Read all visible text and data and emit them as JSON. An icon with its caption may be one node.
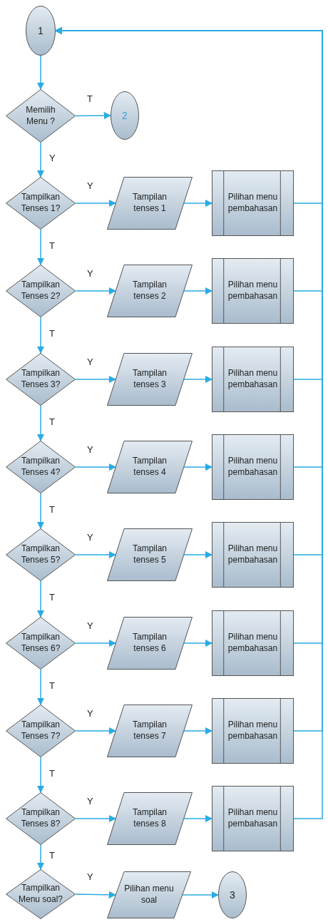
{
  "diagram": {
    "nodes": [
      {
        "text": [
          "1"
        ]
      },
      {
        "text": [
          "Memilih Menu ?"
        ]
      },
      {
        "text": [
          "2"
        ]
      },
      {
        "text": [
          "Tampilkan Tenses 1?"
        ]
      },
      {
        "text": [
          "Tampilan tenses 1"
        ]
      },
      {
        "text": [
          "Pilihan menu pembahasan"
        ]
      },
      {
        "text": [
          "Tampilkan Tenses 2?"
        ]
      },
      {
        "text": [
          "Tampilan tenses 2"
        ]
      },
      {
        "text": [
          "Pilihan menu pembahasan"
        ]
      },
      {
        "text": [
          "Tampilkan Tenses 3?"
        ]
      },
      {
        "text": [
          "Tampilan tenses 3"
        ]
      },
      {
        "text": [
          "Pilihan menu pembahasan"
        ]
      },
      {
        "text": [
          "Tampilkan Tenses 4?"
        ]
      },
      {
        "text": [
          "Tampilan tenses 4"
        ]
      },
      {
        "text": [
          "Pilihan menu pembahasan"
        ]
      },
      {
        "text": [
          "Tampilkan Tenses 5?"
        ]
      },
      {
        "text": [
          "Tampilan tenses 5"
        ]
      },
      {
        "text": [
          "Pilihan menu pembahasan"
        ]
      },
      {
        "text": [
          "Tampilkan Tenses 6?"
        ]
      },
      {
        "text": [
          "Tampilan tenses 6"
        ]
      },
      {
        "text": [
          "Pilihan menu pembahasan"
        ]
      },
      {
        "text": [
          "Tampilkan Tenses 7?"
        ]
      },
      {
        "text": [
          "Tampilan tenses 7"
        ]
      },
      {
        "text": [
          "Pilihan menu pembahasan"
        ]
      },
      {
        "text": [
          "Tampilkan Tenses 8?"
        ]
      },
      {
        "text": [
          "Tampilan tenses 8"
        ]
      },
      {
        "text": [
          "Pilihan menu pembahasan"
        ]
      },
      {
        "text": [
          "Tampilkan Menu soal?"
        ]
      },
      {
        "text": [
          "Pilihan menu soal"
        ]
      },
      {
        "text": [
          "3"
        ]
      }
    ],
    "edges": [
      {
        "from": 0,
        "to": 1,
        "arrow": "to"
      },
      {
        "from": 1,
        "to": 2,
        "label": "T",
        "arrow": "to"
      },
      {
        "from": 1,
        "to": 3,
        "label": "Y",
        "arrow": "to"
      },
      {
        "from": 3,
        "to": 4,
        "label": "Y",
        "arrow": "to"
      },
      {
        "from": 4,
        "to": 5,
        "arrow": "to"
      },
      {
        "from": 5,
        "to": 0,
        "arrow": "to"
      },
      {
        "from": 3,
        "to": 6,
        "label": "T",
        "arrow": "to"
      },
      {
        "from": 6,
        "to": 7,
        "label": "Y",
        "arrow": "to"
      },
      {
        "from": 7,
        "to": 8,
        "arrow": "to"
      },
      {
        "from": 8,
        "to": 0,
        "arrow": "to"
      },
      {
        "from": 6,
        "to": 9,
        "label": "T",
        "arrow": "to"
      },
      {
        "from": 9,
        "to": 10,
        "label": "Y",
        "arrow": "to"
      },
      {
        "from": 10,
        "to": 11,
        "arrow": "to"
      },
      {
        "from": 11,
        "to": 0,
        "arrow": "to"
      },
      {
        "from": 9,
        "to": 12,
        "label": "T",
        "arrow": "to"
      },
      {
        "from": 12,
        "to": 13,
        "label": "Y",
        "arrow": "to"
      },
      {
        "from": 13,
        "to": 14,
        "arrow": "to"
      },
      {
        "from": 14,
        "to": 0,
        "arrow": "to"
      },
      {
        "from": 12,
        "to": 15,
        "label": "T",
        "arrow": "to"
      },
      {
        "from": 15,
        "to": 16,
        "label": "Y",
        "arrow": "to"
      },
      {
        "from": 16,
        "to": 17,
        "arrow": "to"
      },
      {
        "from": 17,
        "to": 0,
        "arrow": "to"
      },
      {
        "from": 15,
        "to": 18,
        "label": "T",
        "arrow": "to"
      },
      {
        "from": 18,
        "to": 19,
        "label": "Y",
        "arrow": "to"
      },
      {
        "from": 19,
        "to": 20,
        "arrow": "to"
      },
      {
        "from": 20,
        "to": 0,
        "arrow": "to"
      },
      {
        "from": 18,
        "to": 21,
        "label": "T",
        "arrow": "to"
      },
      {
        "from": 21,
        "to": 22,
        "label": "Y",
        "arrow": "to"
      },
      {
        "from": 22,
        "to": 23,
        "arrow": "to"
      },
      {
        "from": 23,
        "to": 0,
        "arrow": "to"
      },
      {
        "from": 21,
        "to": 24,
        "label": "T",
        "arrow": "to"
      },
      {
        "from": 24,
        "to": 25,
        "label": "Y",
        "arrow": "to"
      },
      {
        "from": 25,
        "to": 26,
        "arrow": "to"
      },
      {
        "from": 26,
        "to": 0,
        "arrow": "to"
      },
      {
        "from": 24,
        "to": 27,
        "label": "T",
        "arrow": "to"
      },
      {
        "from": 27,
        "to": 28,
        "label": "Y",
        "arrow": "to"
      },
      {
        "from": 28,
        "to": 29,
        "arrow": "to"
      }
    ]
  }
}
